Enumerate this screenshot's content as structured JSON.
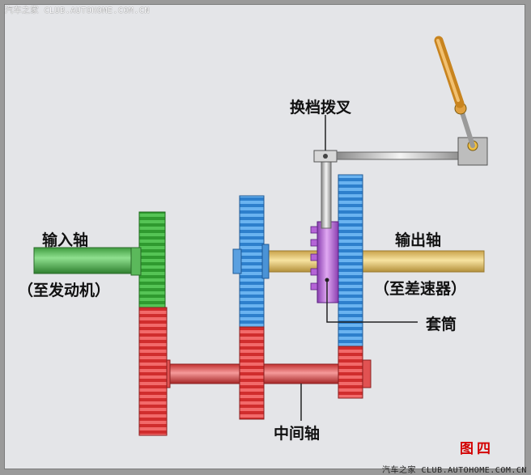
{
  "watermark_top": "汽车之家 CLUB.AUTOHOME.COM.CN",
  "watermark_bottom": "汽车之家 CLUB.AUTOHOME.COM.CN",
  "figure_label": "图四",
  "labels": {
    "input_shaft": "输入轴",
    "input_sub": "（至发动机）",
    "output_shaft": "输出轴",
    "output_sub": "（至差速器）",
    "shift_fork": "换档拨叉",
    "sleeve": "套筒",
    "countershaft": "中间轴"
  },
  "colors": {
    "input": "#3aa63a",
    "output_shaft": "#e0c060",
    "gear_blue": "#3a8fd8",
    "countershaft": "#e03a3a",
    "sleeve": "#b060d0",
    "lever": "#c08020",
    "background": "#e4e5e8"
  }
}
